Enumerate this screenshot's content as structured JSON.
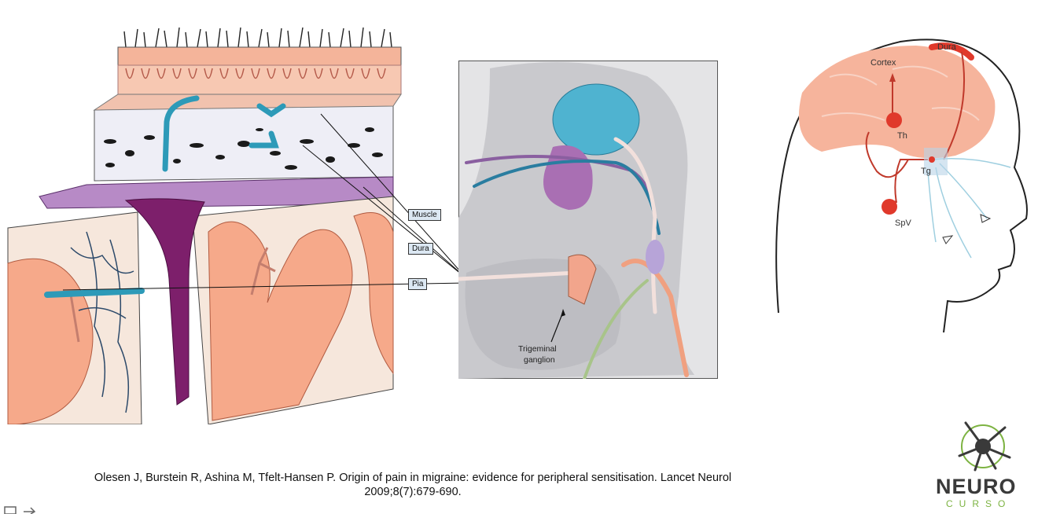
{
  "labels": {
    "muscle": "Muscle",
    "dura": "Dura",
    "pia": "Pia",
    "trigeminal_line1": "Trigeminal",
    "trigeminal_line2": "ganglion"
  },
  "head_labels": {
    "dura": "Dura",
    "cortex": "Cortex",
    "th": "Th",
    "tg": "Tg",
    "spv": "SpV"
  },
  "citation": {
    "line1": "Olesen J, Burstein R, Ashina M, Tfelt-Hansen P. Origin of pain in migraine: evidence for peripheral sensitisation. Lancet Neurol",
    "line2": "2009;8(7):679-690."
  },
  "logo": {
    "word1": "NEURO",
    "word2": "CURSO",
    "colors": {
      "green": "#7db342",
      "dark": "#3a3a3a"
    }
  },
  "colors": {
    "cortex_pink": "#f6a98a",
    "vessel_blue": "#2d9ab8",
    "dura_purple": "#a274b4",
    "sinus_magenta": "#7d1f6b",
    "nerve_red": "#e0392b"
  }
}
